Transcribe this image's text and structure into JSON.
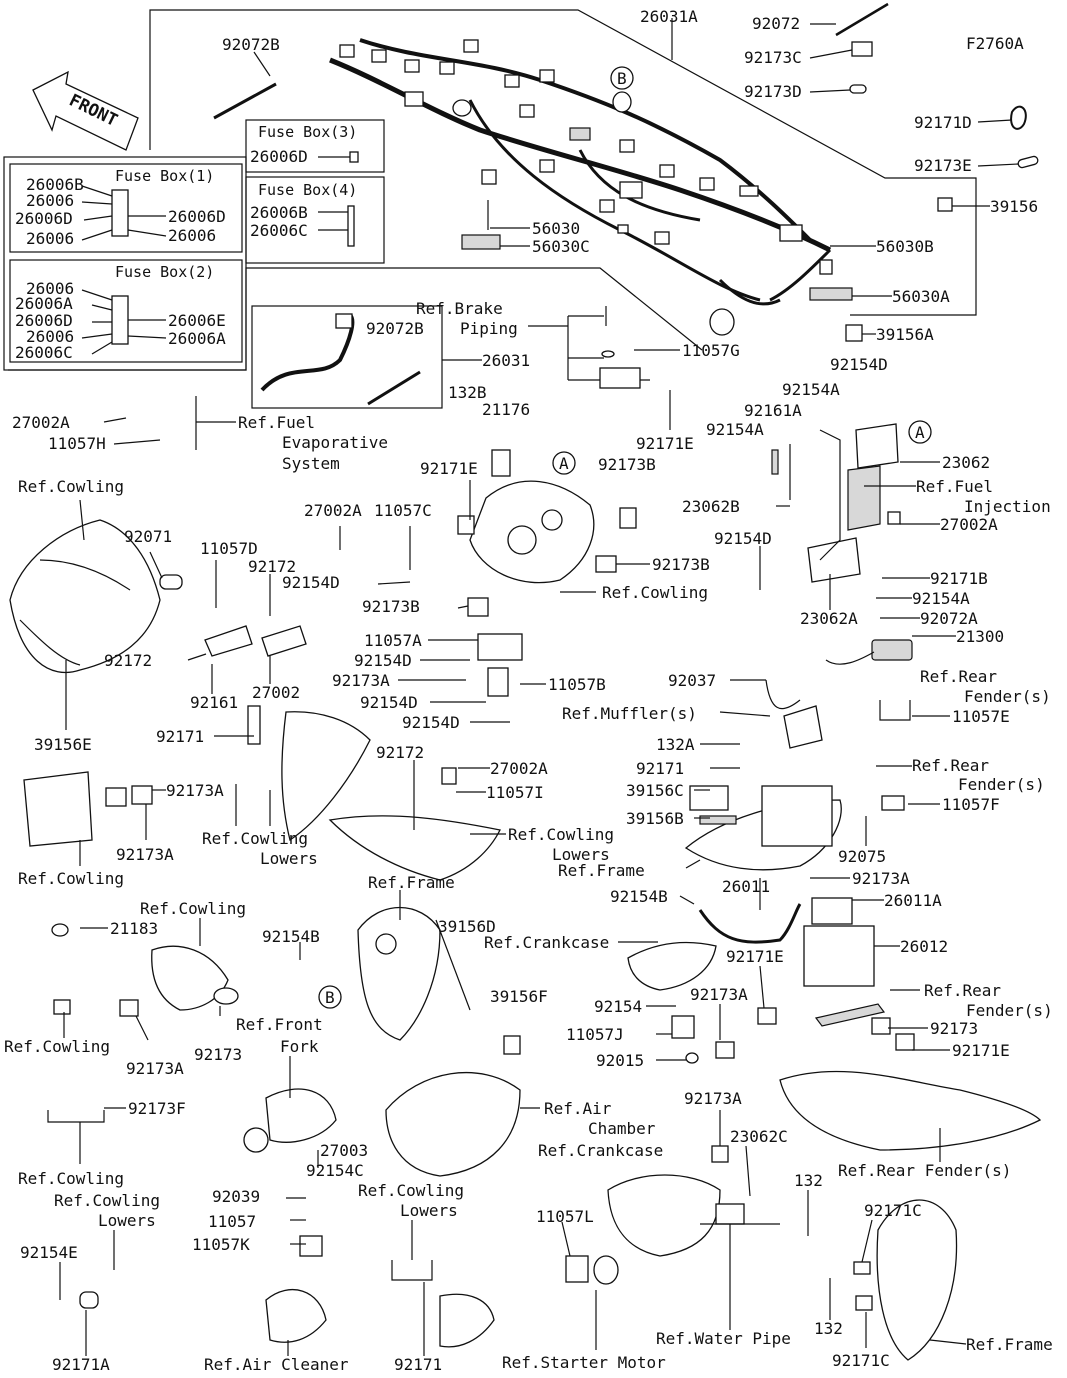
{
  "figure_id": "F2760A",
  "front_label": "FRONT",
  "fuse_boxes": [
    {
      "title": "Fuse Box(1)",
      "parts": [
        "26006B",
        "26006",
        "26006D",
        "26006",
        "26006D",
        "26006"
      ]
    },
    {
      "title": "Fuse Box(2)",
      "parts": [
        "26006",
        "26006A",
        "26006D",
        "26006",
        "26006C",
        "26006E",
        "26006A"
      ]
    },
    {
      "title": "Fuse Box(3)",
      "parts": [
        "26006D"
      ]
    },
    {
      "title": "Fuse Box(4)",
      "parts": [
        "26006B",
        "26006C"
      ]
    }
  ],
  "callouts": {
    "A": "A",
    "B": "B"
  },
  "labels": [
    "26031A",
    "92072",
    "92173C",
    "92173D",
    "92171D",
    "92173E",
    "39156",
    "92072B",
    "56030",
    "56030C",
    "56030B",
    "56030A",
    "39156A",
    "Ref.Brake",
    "Piping",
    "92072B",
    "26031",
    "11057G",
    "92171E",
    "132B",
    "21176",
    "92173B",
    "27002A",
    "11057H",
    "Ref.Fuel",
    "Evaporative",
    "System",
    "92154D",
    "92154A",
    "92161A",
    "92154A",
    "23062",
    "Ref.Fuel",
    "Injection",
    "23062B",
    "27002A",
    "92154D",
    "92171B",
    "92154A",
    "23062A",
    "Ref.Cowling",
    "92071",
    "11057D",
    "92172",
    "27002A",
    "11057C",
    "92171E",
    "92154D",
    "92173B",
    "92173B",
    "Ref.Cowling",
    "92172",
    "92161",
    "27002",
    "11057A",
    "92154D",
    "92173A",
    "92154D",
    "11057B",
    "92154D",
    "92072A",
    "21300",
    "92037",
    "Ref.Rear",
    "Fender(s)",
    "Ref.Muffler(s)",
    "11057E",
    "39156E",
    "92171",
    "92173A",
    "92173A",
    "Ref.Cowling",
    "Lowers",
    "Ref.Cowling",
    "92172",
    "27002A",
    "11057I",
    "Ref.Cowling",
    "Lowers",
    "132A",
    "92171",
    "39156C",
    "39156B",
    "Ref.Frame",
    "Ref.Rear",
    "Fender(s)",
    "11057F",
    "92075",
    "92173A",
    "Ref.Frame",
    "39156D",
    "Ref.Crankcase",
    "92154B",
    "26011",
    "26011A",
    "26012",
    "21183",
    "Ref.Cowling",
    "92154B",
    "92171E",
    "Ref.Rear",
    "Fender(s)",
    "39156F",
    "92154",
    "92173A",
    "11057J",
    "92173",
    "92171E",
    "92015",
    "Ref.Cowling",
    "92173A",
    "92173",
    "Ref.Front",
    "Fork",
    "92173F",
    "Ref.Air",
    "Chamber",
    "Ref.Crankcase",
    "92173A",
    "23062C",
    "27003",
    "92154C",
    "Ref.Rear Fender(s)",
    "Ref.Cowling",
    "Ref.Cowling",
    "Lowers",
    "92039",
    "11057",
    "11057K",
    "Ref.Cowling",
    "Lowers",
    "132",
    "92171C",
    "11057L",
    "92154E",
    "132",
    "Ref.Water Pipe",
    "92171C",
    "Ref.Frame",
    "92171A",
    "Ref.Air Cleaner",
    "92171",
    "Ref.Starter Motor"
  ]
}
